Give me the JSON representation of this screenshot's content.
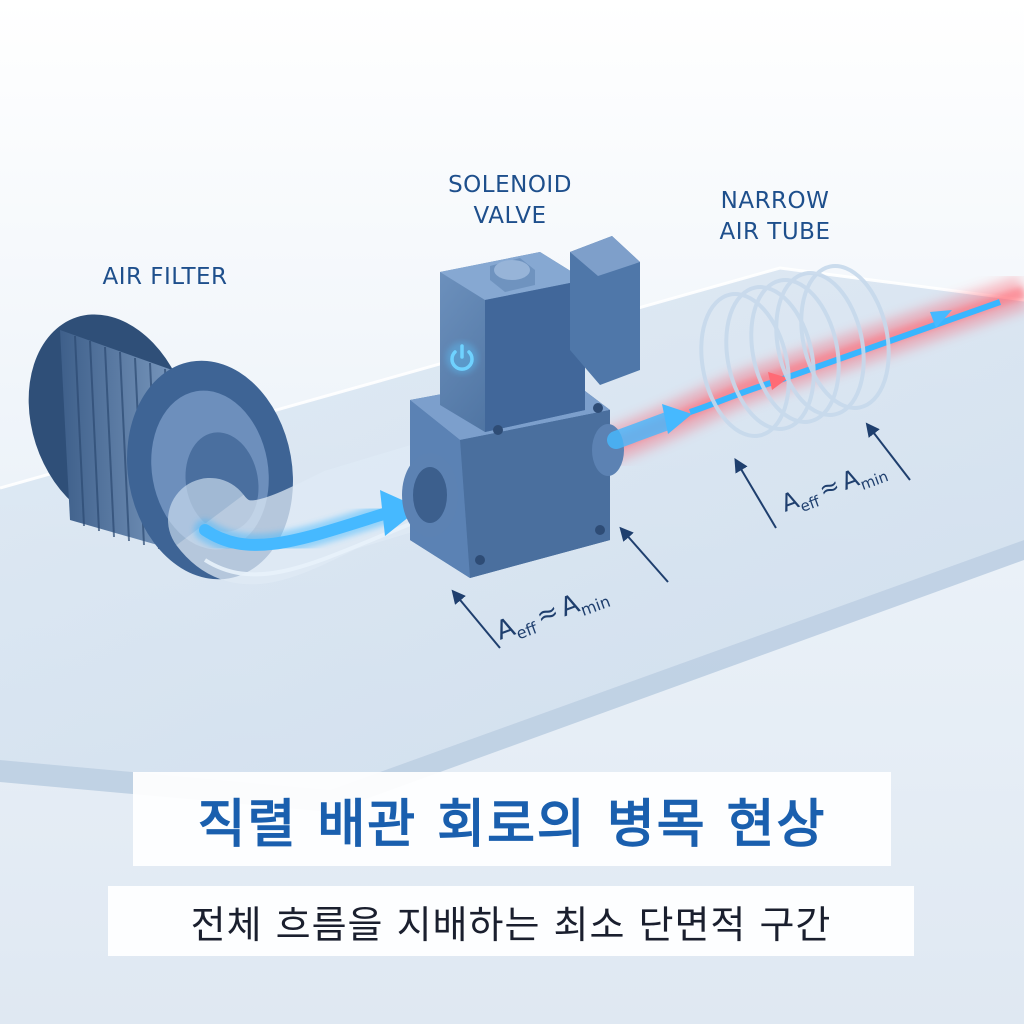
{
  "labels": {
    "air_filter": "AIR FILTER",
    "solenoid_valve": "SOLENOID\nVALVE",
    "narrow_tube": "NARROW\nAIR TUBE"
  },
  "annotations": {
    "valve_formula": {
      "main": "A",
      "sub_left": "eff",
      "approx": "≈",
      "main_right": "A",
      "sub_right": "min"
    },
    "tube_formula": {
      "main": "A",
      "sub_left": "eff",
      "approx": "≈",
      "main_right": "A",
      "sub_right": "min"
    }
  },
  "title": "직렬 배관 회로의 병목 현상",
  "subtitle": "전체 흐름을 지배하는 최소 단면적 구간",
  "icons": {
    "valve_status": "power-icon"
  },
  "colors": {
    "label_blue": "#1e4f8c",
    "title_blue": "#1a5fae",
    "flow_cyan": "#39b6ff",
    "restriction_red": "#ff4a5a",
    "metal_blue": "#4f78a8"
  }
}
